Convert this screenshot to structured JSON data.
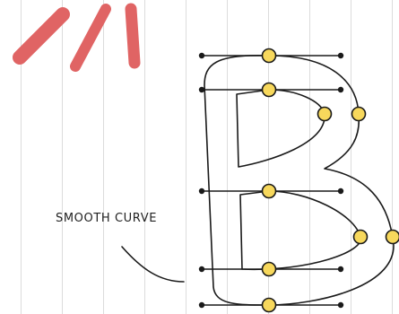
{
  "annotation": {
    "label": "SMOOTH CURVE"
  },
  "colors": {
    "background": "#ffffff",
    "grid_line": "#dcdcdc",
    "stroke": "#1a1a1a",
    "control_point_fill": "#f7d85c",
    "brush_mark": "#e06464"
  },
  "icons": {
    "decoration": "red-brush-strokes",
    "handle": "bezier-control-point"
  }
}
